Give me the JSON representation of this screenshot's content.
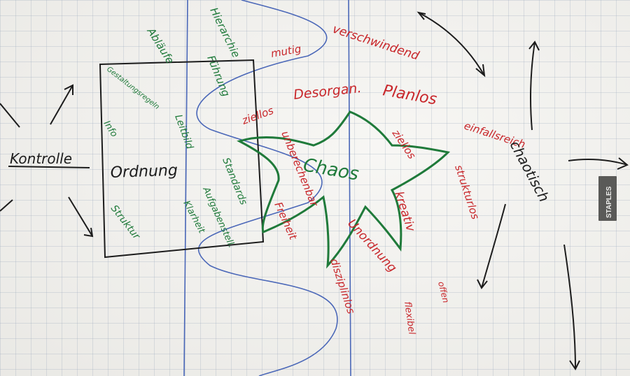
{
  "flipchart": {
    "left_cluster": {
      "kontrolle": "Kontrolle",
      "ordnung": "Ordnung"
    },
    "green_words": {
      "hierarchie": "Hierarchie",
      "ablaeufe": "Abläufe",
      "fuehrung": "Führung",
      "leitbild": "Leitbild",
      "gestaltungsregeln": "Gestaltungsregeln",
      "info": "Info",
      "struktur": "Struktur",
      "standards": "Standards",
      "aufgabenstellung": "Aufgabenstell.",
      "klarheit": "Klarheit"
    },
    "star_label": "Chaos",
    "red_words": {
      "verschwindend": "verschwindend",
      "mutig": "mutig",
      "desorgan": "Desorgan.",
      "planlos": "Planlos",
      "ziellos_left": "ziellos",
      "ziellos_right": "ziellos",
      "unberechenbar": "unberechenbar",
      "kreativ": "kreativ",
      "unordnung": "Unordnung",
      "strukturlos": "strukturlos",
      "einfallsreich": "einfallsreich",
      "freiheit": "Freiheit",
      "disziplinlos": "disziplinlos",
      "flexibel": "flexibel",
      "offen": "offen"
    },
    "right_cluster": {
      "chaotisch": "chaotisch"
    },
    "logo": "STAPLES"
  }
}
